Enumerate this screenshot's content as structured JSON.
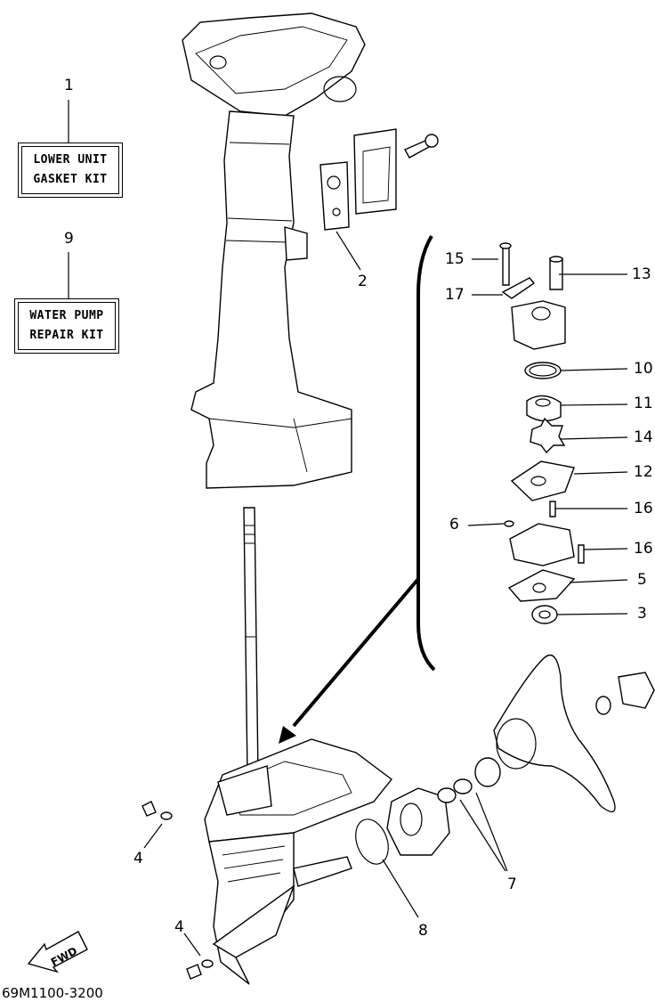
{
  "kits": [
    {
      "number": "1",
      "line1": "LOWER UNIT",
      "line2": "GASKET KIT"
    },
    {
      "number": "9",
      "line1": "WATER PUMP",
      "line2": "REPAIR KIT"
    }
  ],
  "callouts": {
    "c2": "2",
    "c3": "3",
    "c4a": "4",
    "c4b": "4",
    "c5": "5",
    "c6": "6",
    "c7": "7",
    "c8": "8",
    "c10": "10",
    "c11": "11",
    "c12": "12",
    "c13": "13",
    "c14": "14",
    "c15": "15",
    "c16a": "16",
    "c16b": "16",
    "c17": "17"
  },
  "fwd_label": "FWD",
  "diagram_code": "69M1100-3200"
}
